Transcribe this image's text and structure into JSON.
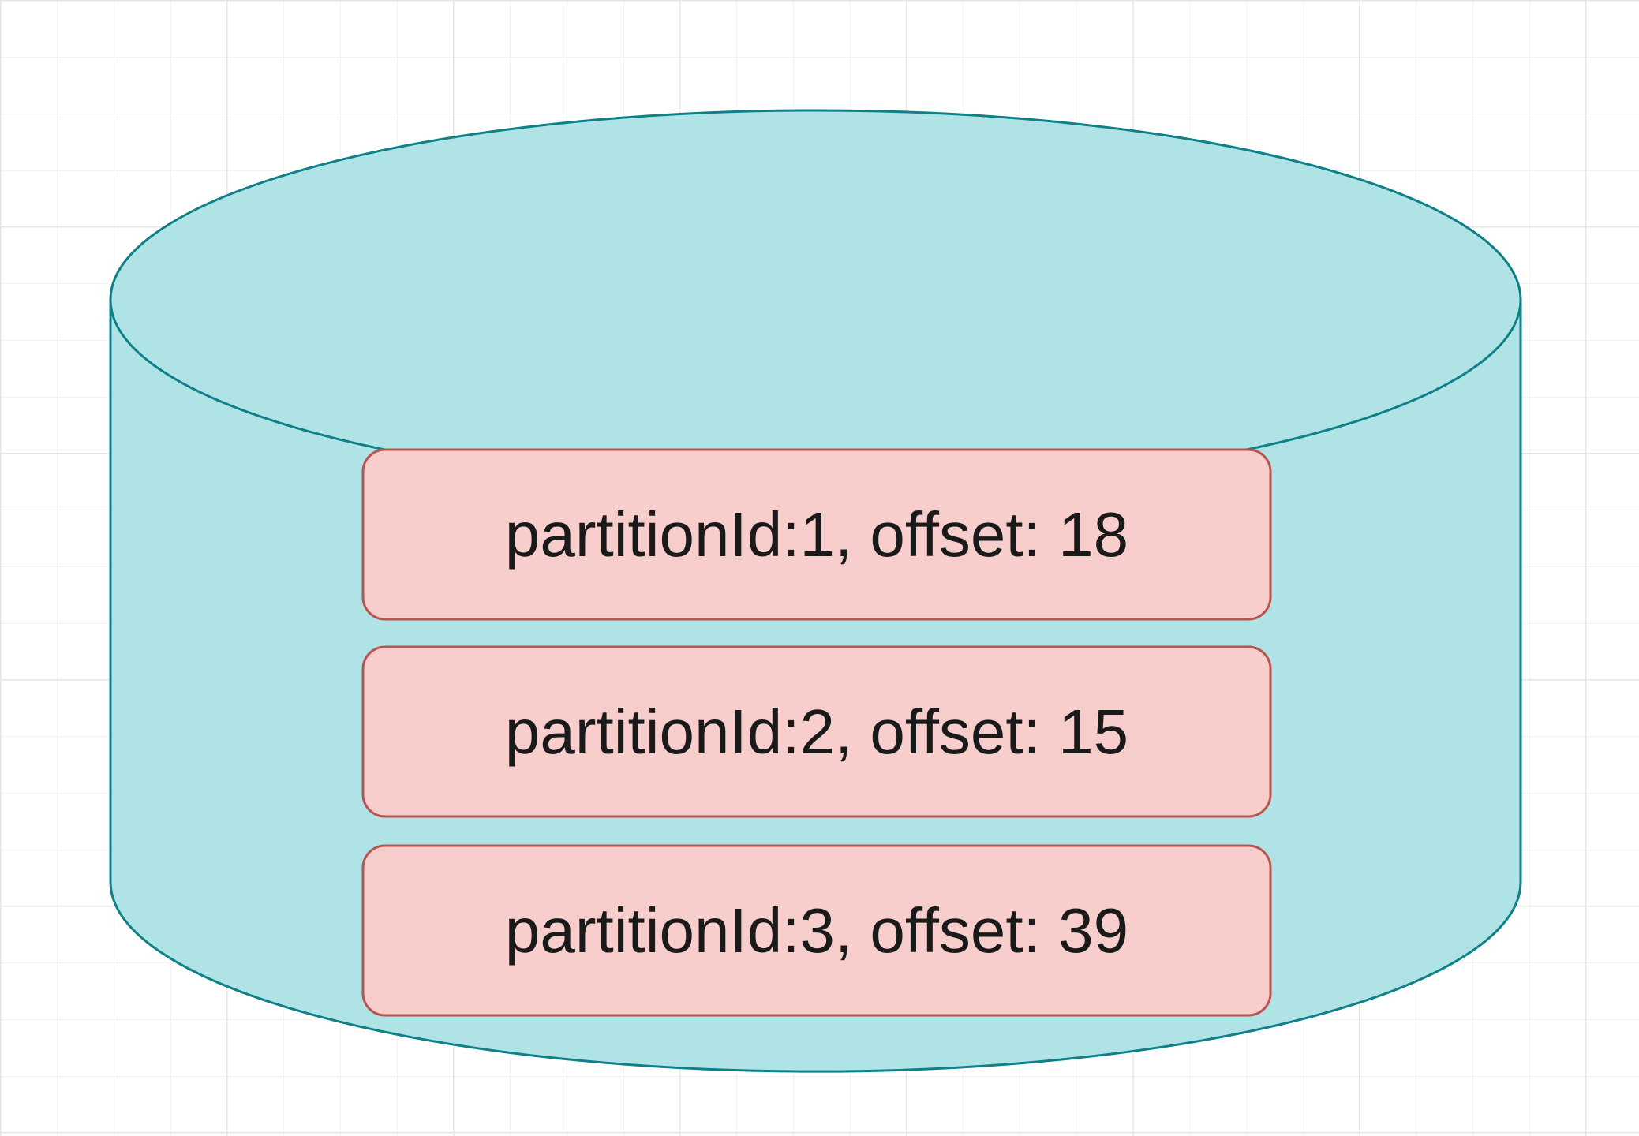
{
  "diagram": {
    "colors": {
      "canvas_bg": "#ffffff",
      "grid_minor": "#f3f3f3",
      "grid_major": "#e6e6e6",
      "cylinder_fill": "#b0e3e6",
      "cylinder_stroke": "#0e8088",
      "box_fill": "#f8cecc",
      "box_stroke": "#b85450",
      "text": "#1a1a1a"
    },
    "database_icon": "database-cylinder-icon",
    "partitions": [
      {
        "label": "partitionId:1, offset: 18"
      },
      {
        "label": "partitionId:2, offset: 15"
      },
      {
        "label": "partitionId:3, offset: 39"
      }
    ]
  }
}
